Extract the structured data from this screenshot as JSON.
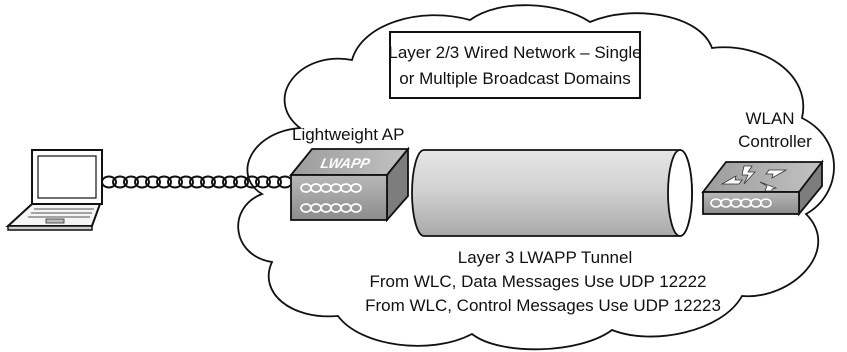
{
  "network_box": {
    "line1": "Layer 2/3 Wired Network – Single",
    "line2": "or Multiple Broadcast Domains"
  },
  "access_point": {
    "label": "Lightweight AP",
    "badge": "LWAPP",
    "icon": "lightweight-ap-icon"
  },
  "controller": {
    "label_line1": "WLAN",
    "label_line2": "Controller",
    "icon": "wlan-controller-icon"
  },
  "laptop": {
    "icon": "laptop-icon"
  },
  "tunnel": {
    "line1": "Layer 3 LWAPP Tunnel",
    "line2": "From WLC, Data Messages Use UDP 12222",
    "line3": "From WLC, Control Messages Use UDP 12223"
  },
  "colors": {
    "cloud_fill": "#ffffff",
    "device_gray": "#9a9a9a",
    "tunnel_gray": "#cccccc",
    "stroke": "#111111"
  }
}
